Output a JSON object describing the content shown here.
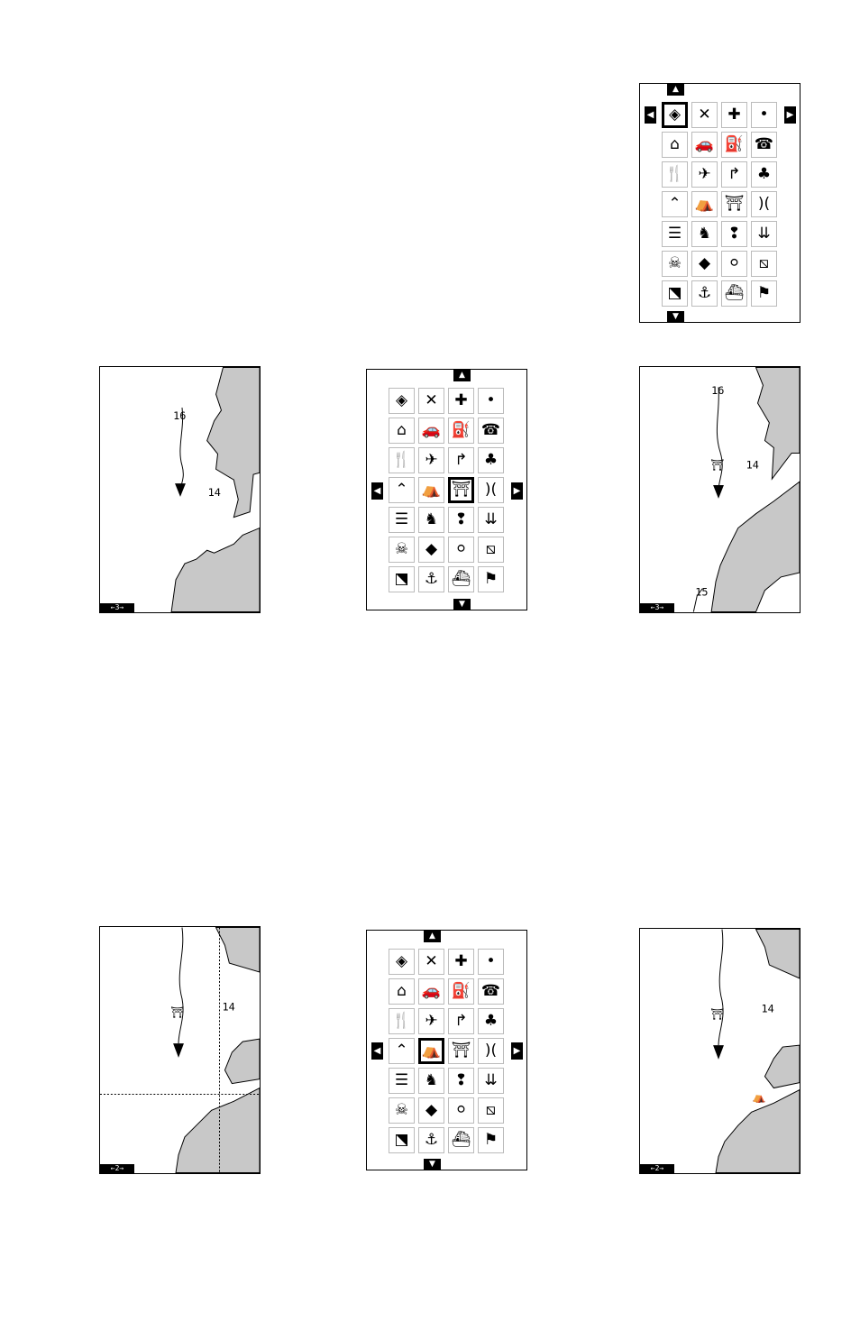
{
  "icons": [
    {
      "name": "diamond-waypoint-icon",
      "glyph": "◈"
    },
    {
      "name": "x-mark-icon",
      "glyph": "✕"
    },
    {
      "name": "medical-cross-icon",
      "glyph": "✚"
    },
    {
      "name": "dot-icon",
      "glyph": "•"
    },
    {
      "name": "house-icon",
      "glyph": "⌂"
    },
    {
      "name": "car-icon",
      "glyph": "🚗"
    },
    {
      "name": "fuel-pump-icon",
      "glyph": "⛽"
    },
    {
      "name": "phone-icon",
      "glyph": "☎"
    },
    {
      "name": "restaurant-icon",
      "glyph": "🍴"
    },
    {
      "name": "airplane-icon",
      "glyph": "✈"
    },
    {
      "name": "turn-arrow-icon",
      "glyph": "↱"
    },
    {
      "name": "tree-icon",
      "glyph": "♣"
    },
    {
      "name": "chevron-up-icon",
      "glyph": "⌃"
    },
    {
      "name": "tent-icon",
      "glyph": "⛺"
    },
    {
      "name": "picnic-table-icon",
      "glyph": "⛩"
    },
    {
      "name": "bridge-icon",
      "glyph": ")("
    },
    {
      "name": "ladder-icon",
      "glyph": "☰"
    },
    {
      "name": "deer-icon",
      "glyph": "♞"
    },
    {
      "name": "footprints-icon",
      "glyph": "❢"
    },
    {
      "name": "duck-tracks-icon",
      "glyph": "⇊"
    },
    {
      "name": "skull-crossbones-icon",
      "glyph": "☠"
    },
    {
      "name": "fish-icon",
      "glyph": "◆"
    },
    {
      "name": "fish-school-icon",
      "glyph": "⚪"
    },
    {
      "name": "dive-flag-icon",
      "glyph": "⧅"
    },
    {
      "name": "shipwreck-icon",
      "glyph": "⬔"
    },
    {
      "name": "anchor-icon",
      "glyph": "⚓"
    },
    {
      "name": "boat-icon",
      "glyph": "⛴"
    },
    {
      "name": "flag-icon",
      "glyph": "⚑"
    }
  ],
  "maps": {
    "label_16": "16",
    "label_14": "14",
    "label_15": "15",
    "zoom_3": "←3→",
    "zoom_2": "←2→"
  }
}
